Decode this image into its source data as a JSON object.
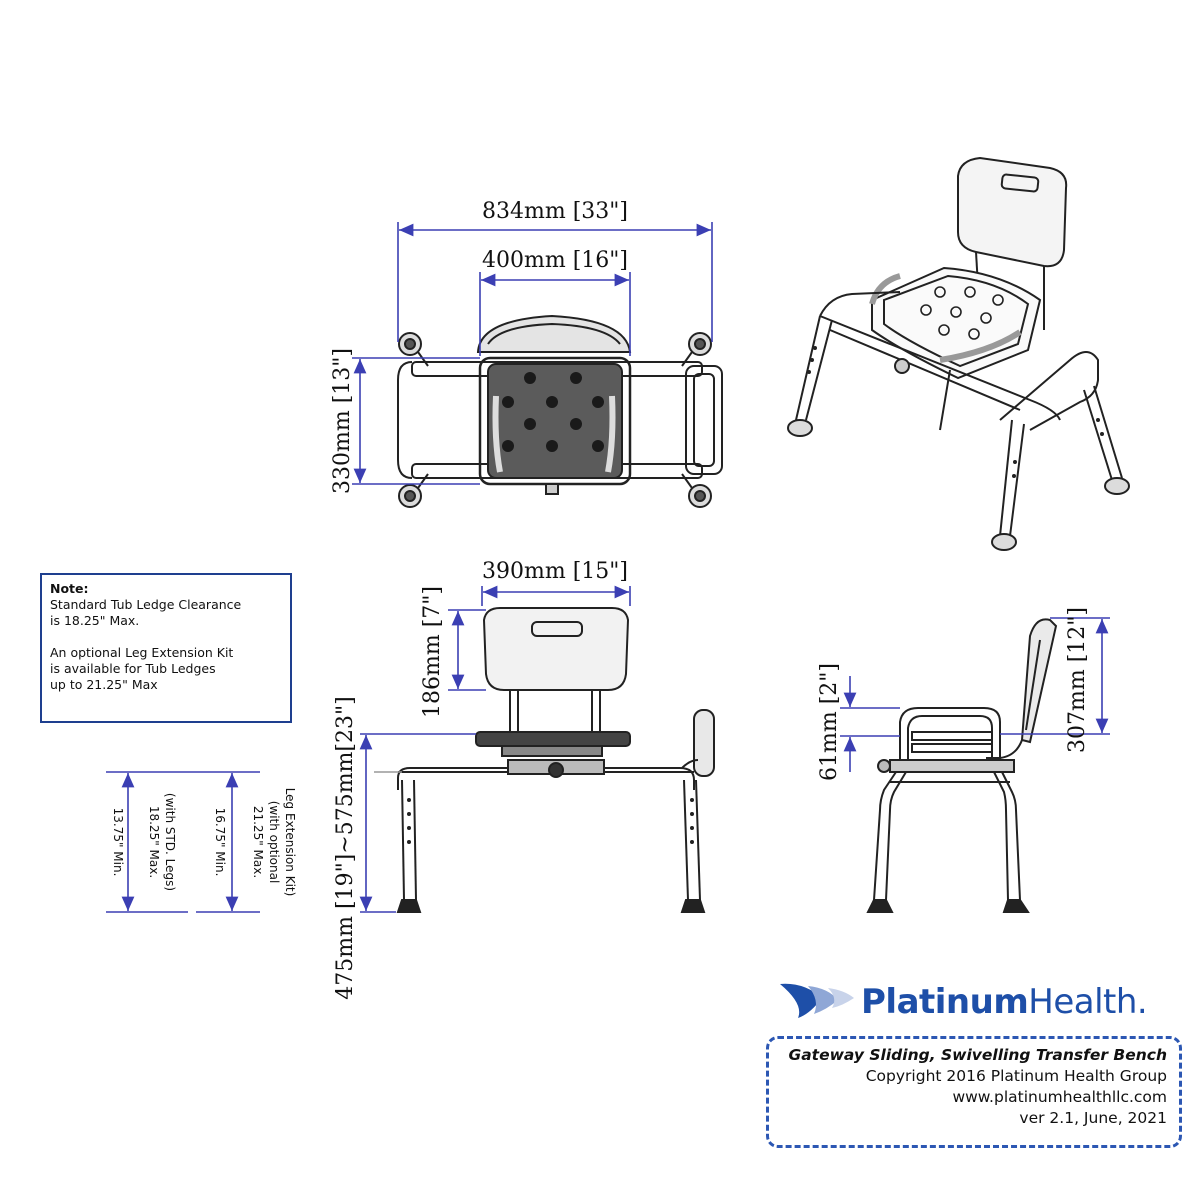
{
  "dimensions": {
    "overall_width": "834mm [33\"]",
    "seat_width_top": "400mm [16\"]",
    "seat_depth": "330mm [13\"]",
    "back_width": "390mm [15\"]",
    "back_height": "186mm [7\"]",
    "seat_height": "475mm [19\"]~575mm[23\"]",
    "side_arm_height": "61mm [2\"]",
    "side_back_height": "307mm [12\"]"
  },
  "leg_ranges": {
    "std_min": "13.75\" Min.",
    "std_max_1": "18.25\" Max.",
    "std_max_2": "(with STD. Legs)",
    "ext_min": "16.75\" Min.",
    "ext_max_1": "21.25\" Max.",
    "ext_max_2": "(with optional",
    "ext_max_3": "Leg Extension Kit)"
  },
  "note": {
    "title": "Note:",
    "line1": "Standard Tub Ledge Clearance",
    "line2": "is 18.25\" Max.",
    "line3": "An optional Leg Extension Kit",
    "line4": "is available for Tub Ledges",
    "line5": "up to 21.25\" Max"
  },
  "brand": {
    "name_part1": "Platinum",
    "name_part2": "Health.",
    "logo_icon": "wing-logo-icon"
  },
  "product_info": {
    "title": "Gateway Sliding, Swivelling Transfer Bench",
    "copyright": "Copyright 2016 Platinum Health Group",
    "website": "www.platinumhealthllc.com",
    "version": "ver 2.1, June, 2021"
  },
  "colors": {
    "dimension_line": "#3b3fb3",
    "brand_blue": "#1e4fa8",
    "drawing_line": "#222222",
    "seat_fill": "#555555"
  }
}
